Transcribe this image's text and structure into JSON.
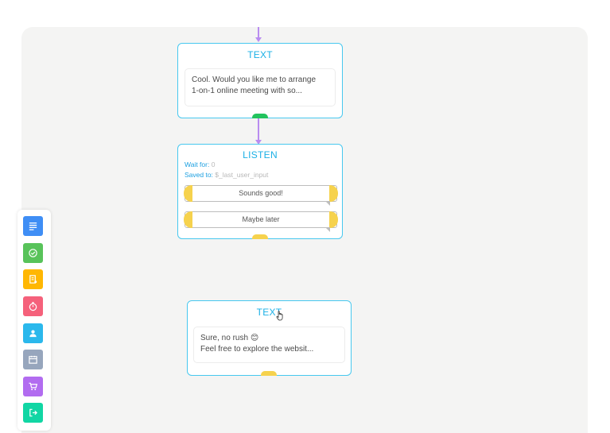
{
  "colors": {
    "canvas_bg": "#f4f4f3",
    "node_border": "#47c8ef",
    "title": "#1bb0e6",
    "connector": "#b98cf0",
    "handle_green": "#22c35e",
    "handle_yellow": "#f6d24d"
  },
  "nodes": {
    "text1": {
      "title": "TEXT",
      "lines": [
        "Cool. Would you like me to arrange",
        "1-on-1 online meeting with so..."
      ]
    },
    "listen": {
      "title": "LISTEN",
      "wait_label": "Wait for:",
      "wait_value": "0",
      "saved_label": "Saved to:",
      "saved_value": "$_last_user_input",
      "replies": [
        "Sounds good!",
        "Maybe later"
      ]
    },
    "text2": {
      "title": "TEXT",
      "lines": [
        "Sure, no rush 😊",
        "Feel free to explore the websit..."
      ]
    }
  },
  "toolbar": [
    {
      "icon": "text-lines-icon",
      "color": "#3f8ef5"
    },
    {
      "icon": "check-circle-icon",
      "color": "#58c35a"
    },
    {
      "icon": "form-document-icon",
      "color": "#ffb703"
    },
    {
      "icon": "stopwatch-icon",
      "color": "#f5617b"
    },
    {
      "icon": "user-icon",
      "color": "#2bb8ec"
    },
    {
      "icon": "calendar-icon",
      "color": "#97a6bd"
    },
    {
      "icon": "shopping-cart-icon",
      "color": "#b26cf0"
    },
    {
      "icon": "exit-icon",
      "color": "#11d6a4"
    }
  ]
}
